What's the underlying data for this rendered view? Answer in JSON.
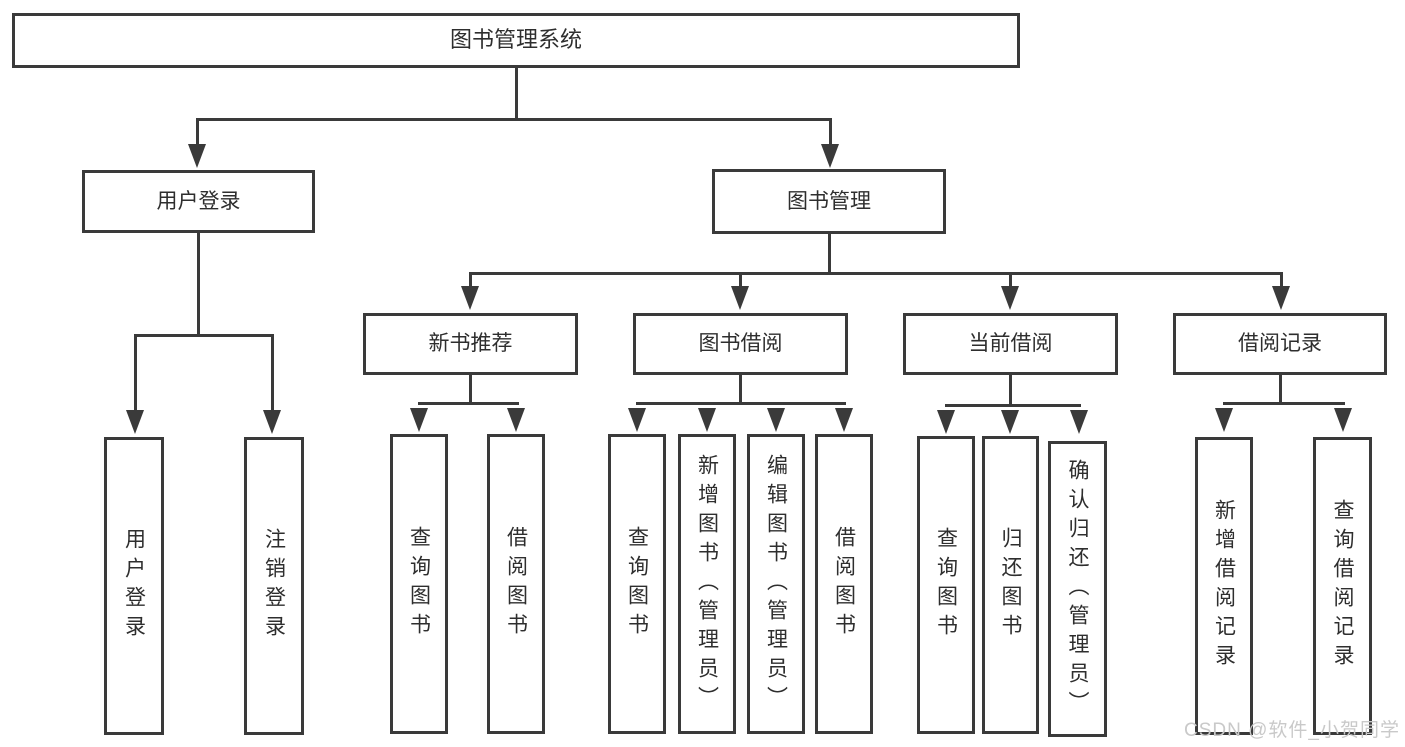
{
  "diagram": {
    "type": "functional-structure-tree",
    "colors": {
      "line": "#3a3a3a",
      "text": "#2e2e2e",
      "background": "#ffffff",
      "watermark": "#c9c9c9"
    }
  },
  "tree": {
    "root": {
      "label": "图书管理系统",
      "children": [
        {
          "label": "用户登录",
          "children": [
            {
              "label": "用户登录"
            },
            {
              "label": "注销登录"
            }
          ]
        },
        {
          "label": "图书管理",
          "children": [
            {
              "label": "新书推荐",
              "children": [
                {
                  "label": "查询图书"
                },
                {
                  "label": "借阅图书"
                }
              ]
            },
            {
              "label": "图书借阅",
              "children": [
                {
                  "label": "查询图书"
                },
                {
                  "label": "新增图书（管理员）"
                },
                {
                  "label": "编辑图书（管理员）"
                },
                {
                  "label": "借阅图书"
                }
              ]
            },
            {
              "label": "当前借阅",
              "children": [
                {
                  "label": "查询图书"
                },
                {
                  "label": "归还图书"
                },
                {
                  "label": "确认归还（管理员）"
                }
              ]
            },
            {
              "label": "借阅记录",
              "children": [
                {
                  "label": "新增借阅记录"
                },
                {
                  "label": "查询借阅记录"
                }
              ]
            }
          ]
        }
      ]
    }
  },
  "watermark": {
    "text": "CSDN @软件_小贺同学"
  }
}
